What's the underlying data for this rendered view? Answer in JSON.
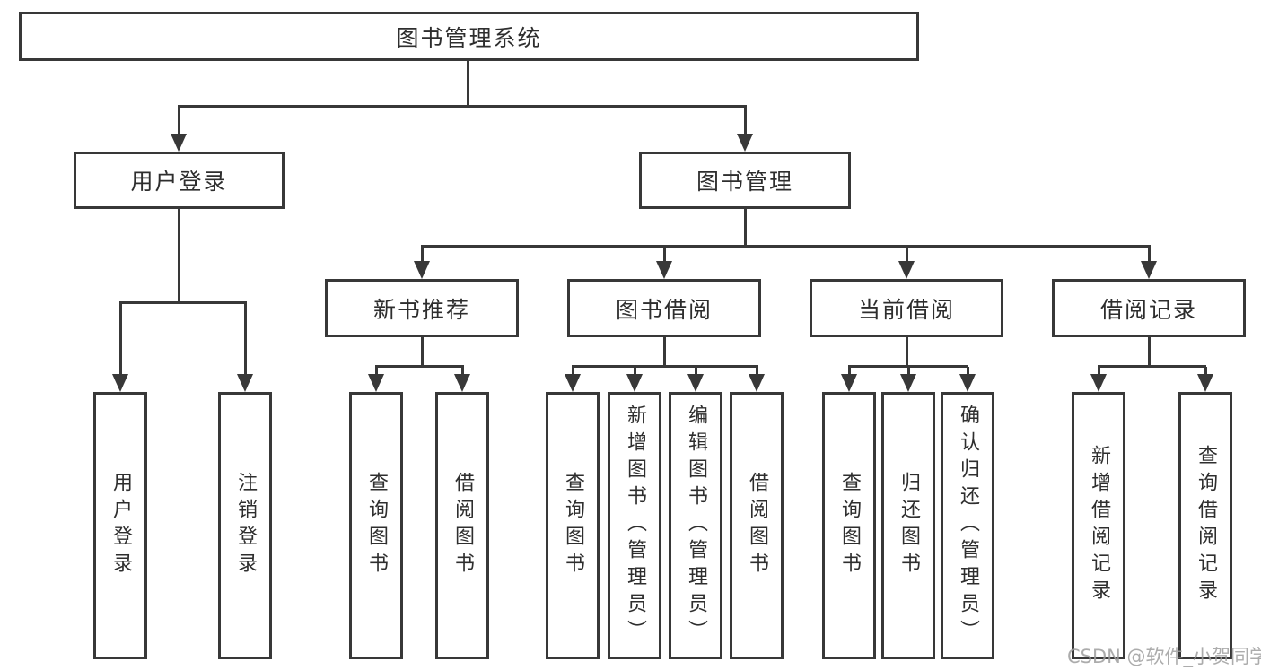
{
  "diagram": {
    "root": {
      "label": "图书管理系统"
    },
    "level2": {
      "user_login": {
        "label": "用户登录"
      },
      "book_management": {
        "label": "图书管理"
      }
    },
    "level3": {
      "new_book_recommend": {
        "label": "新书推荐"
      },
      "book_borrowing": {
        "label": "图书借阅"
      },
      "current_borrowing": {
        "label": "当前借阅"
      },
      "borrowing_records": {
        "label": "借阅记录"
      }
    },
    "leaves": {
      "user_login_leaf": {
        "label": "用户登录"
      },
      "logout": {
        "label": "注销登录"
      },
      "rec_query_books": {
        "label": "查询图书"
      },
      "rec_borrow_books": {
        "label": "借阅图书"
      },
      "bb_query_books": {
        "label": "查询图书"
      },
      "bb_add_books": {
        "label": "新增图书（管理员）"
      },
      "bb_edit_books": {
        "label": "编辑图书（管理员）"
      },
      "bb_borrow_books": {
        "label": "借阅图书"
      },
      "cb_query_books": {
        "label": "查询图书"
      },
      "cb_return_books": {
        "label": "归还图书"
      },
      "cb_confirm_return": {
        "label": "确认归还（管理员）"
      },
      "br_add_record": {
        "label": "新增借阅记录"
      },
      "br_query_record": {
        "label": "查询借阅记录"
      }
    }
  },
  "watermark": {
    "text": "CSDN @软件_小贺同学"
  },
  "colors": {
    "line": "#383838",
    "box_border": "#383838",
    "text": "#2e2e2e",
    "watermark": "#9e9e9e",
    "background": "#ffffff"
  }
}
